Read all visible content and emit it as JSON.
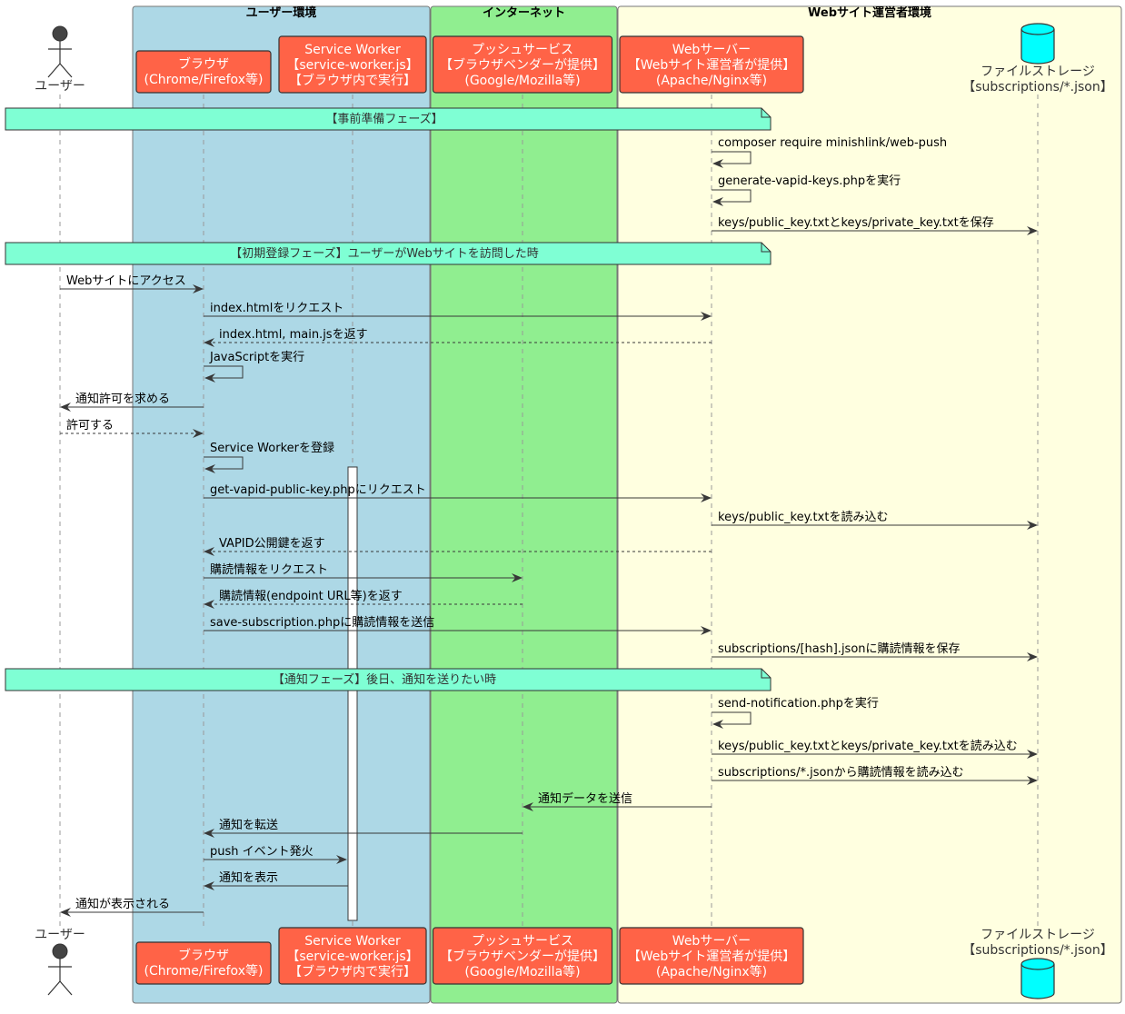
{
  "groups": [
    {
      "id": "user_env",
      "title": "ユーザー環境",
      "color": "#ADD8E6"
    },
    {
      "id": "internet",
      "title": "インターネット",
      "color": "#90EE90"
    },
    {
      "id": "operator_env",
      "title": "Webサイト運営者環境",
      "color": "#FFFFE0"
    }
  ],
  "participants": [
    {
      "id": "user",
      "kind": "actor",
      "lines": [
        "ユーザー"
      ]
    },
    {
      "id": "browser",
      "kind": "box",
      "lines": [
        "ブラウザ",
        "(Chrome/Firefox等)"
      ],
      "color": "#FF6347"
    },
    {
      "id": "sw",
      "kind": "box",
      "lines": [
        "Service Worker",
        "【service-worker.js】",
        "【ブラウザ内で実行】"
      ],
      "color": "#FF6347"
    },
    {
      "id": "push",
      "kind": "box",
      "lines": [
        "プッシュサービス",
        "【ブラウザベンダーが提供】",
        "(Google/Mozilla等)"
      ],
      "color": "#FF6347"
    },
    {
      "id": "web",
      "kind": "box",
      "lines": [
        "Webサーバー",
        "【Webサイト運営者が提供】",
        "(Apache/Nginx等)"
      ],
      "color": "#FF6347"
    },
    {
      "id": "storage",
      "kind": "database",
      "lines": [
        "ファイルストレージ",
        "【subscriptions/*.json】"
      ],
      "color": "#00FFFF"
    }
  ],
  "steps": [
    {
      "type": "note",
      "text": "【事前準備フェーズ】"
    },
    {
      "type": "msg",
      "from": "web",
      "to": "web",
      "text": "composer require minishlink/web-push"
    },
    {
      "type": "msg",
      "from": "web",
      "to": "web",
      "text": "generate-vapid-keys.phpを実行"
    },
    {
      "type": "msg",
      "from": "web",
      "to": "storage",
      "text": "keys/public_key.txtとkeys/private_key.txtを保存"
    },
    {
      "type": "note",
      "text": "【初期登録フェーズ】ユーザーがWebサイトを訪問した時"
    },
    {
      "type": "msg",
      "from": "user",
      "to": "browser",
      "text": "Webサイトにアクセス"
    },
    {
      "type": "msg",
      "from": "browser",
      "to": "web",
      "text": "index.htmlをリクエスト"
    },
    {
      "type": "msg",
      "from": "web",
      "to": "browser",
      "text": "index.html, main.jsを返す",
      "dashed": true
    },
    {
      "type": "msg",
      "from": "browser",
      "to": "browser",
      "text": "JavaScriptを実行"
    },
    {
      "type": "msg",
      "from": "browser",
      "to": "user",
      "text": "通知許可を求める"
    },
    {
      "type": "msg",
      "from": "user",
      "to": "browser",
      "text": "許可する",
      "dashed": true
    },
    {
      "type": "msg",
      "from": "browser",
      "to": "browser",
      "text": "Service Workerを登録"
    },
    {
      "type": "msg",
      "from": "browser",
      "to": "web",
      "text": "get-vapid-public-key.phpにリクエスト"
    },
    {
      "type": "msg",
      "from": "web",
      "to": "storage",
      "text": "keys/public_key.txtを読み込む"
    },
    {
      "type": "msg",
      "from": "web",
      "to": "browser",
      "text": "VAPID公開鍵を返す",
      "dashed": true
    },
    {
      "type": "msg",
      "from": "browser",
      "to": "push",
      "text": "購読情報をリクエスト"
    },
    {
      "type": "msg",
      "from": "push",
      "to": "browser",
      "text": "購読情報(endpoint URL等)を返す",
      "dashed": true
    },
    {
      "type": "msg",
      "from": "browser",
      "to": "web",
      "text": "save-subscription.phpに購読情報を送信"
    },
    {
      "type": "msg",
      "from": "web",
      "to": "storage",
      "text": "subscriptions/[hash].jsonに購読情報を保存"
    },
    {
      "type": "note",
      "text": "【通知フェーズ】後日、通知を送りたい時"
    },
    {
      "type": "msg",
      "from": "web",
      "to": "web",
      "text": "send-notification.phpを実行"
    },
    {
      "type": "msg",
      "from": "web",
      "to": "storage",
      "text": "keys/public_key.txtとkeys/private_key.txtを読み込む"
    },
    {
      "type": "msg",
      "from": "web",
      "to": "storage",
      "text": "subscriptions/*.jsonから購読情報を読み込む"
    },
    {
      "type": "msg",
      "from": "web",
      "to": "push",
      "text": "通知データを送信"
    },
    {
      "type": "msg",
      "from": "push",
      "to": "browser",
      "text": "通知を転送"
    },
    {
      "type": "msg",
      "from": "browser",
      "to": "sw",
      "text": "push イベント発火"
    },
    {
      "type": "msg",
      "from": "sw",
      "to": "browser",
      "text": "通知を表示"
    },
    {
      "type": "msg",
      "from": "browser",
      "to": "user",
      "text": "通知が表示される"
    }
  ],
  "colors": {
    "note_fill": "#7FFFD4",
    "line": "#383838",
    "lifeline": "#999999",
    "activation": "#ffffff"
  }
}
